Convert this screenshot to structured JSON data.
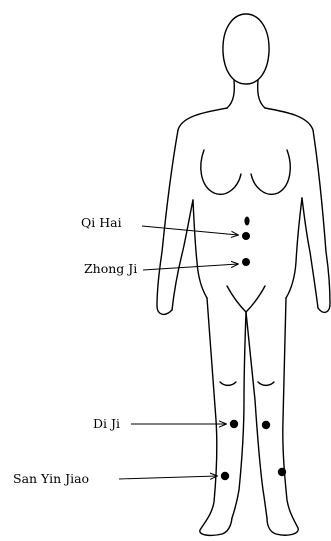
{
  "points": [
    {
      "id": "qi-hai",
      "label": "Qi Hai"
    },
    {
      "id": "zhong-ji",
      "label": "Zhong Ji"
    },
    {
      "id": "di-ji",
      "label": "Di Ji"
    },
    {
      "id": "san-yin-jiao",
      "label": "San Yin Jiao"
    }
  ]
}
